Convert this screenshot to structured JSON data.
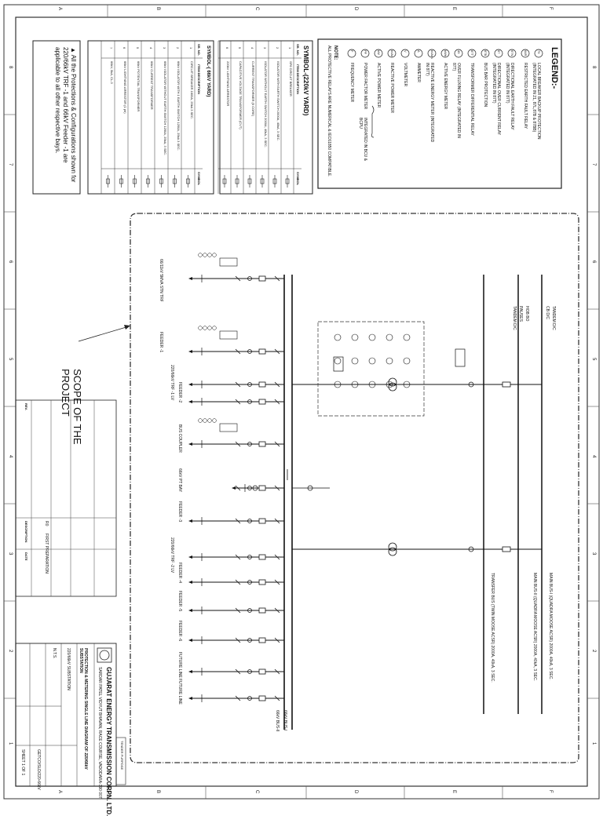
{
  "border": {
    "top_letters": [
      "A",
      "B",
      "C",
      "D",
      "E",
      "F"
    ],
    "bottom_letters": [
      "A",
      "B",
      "C",
      "D",
      "E",
      "F"
    ],
    "side_numbers": [
      "8",
      "7",
      "6",
      "5",
      "4",
      "3",
      "2",
      "1"
    ]
  },
  "legend": {
    "title": "LEGEND:-",
    "items": [
      {
        "code": "79",
        "text": "LOCAL BREAKER BACKUP PROTECTION (INTEGRATED IN 21, 87L,87B & 87BB)"
      },
      {
        "code": "64R",
        "text": "RESTRICTED EARTH FAULT RELAY"
      },
      {
        "code": "67N",
        "text": "DIRECTIONAL EARTH FAULT RELAY (INTEGRATED IN 87T)"
      },
      {
        "code": "67",
        "text": "DIRECTIONAL OVER CURRENT RELAY (INTEGRATED IN 87T)"
      },
      {
        "code": "87B",
        "text": "BUS BAR PROTECTION"
      },
      {
        "code": "87T",
        "text": "TRANSFORMER DIFFERENTIAL RELAY"
      },
      {
        "code": "49",
        "text": "OVER FLUXING RELAY (INTEGRATED IN 87T)"
      },
      {
        "code": "kWh",
        "text": "ACTIVE ENERGY METER"
      },
      {
        "code": "kVArh",
        "text": "REACTIVE ENERGY METER (INTEGRATED IN 87T)"
      },
      {
        "code": "A",
        "text": "AMMETER"
      },
      {
        "code": "V",
        "text": "VOLTMETER"
      },
      {
        "code": "kVAr",
        "text": "REACTIVE POWER METER"
      },
      {
        "code": "kW",
        "text": "ACTIVE POWER METER"
      },
      {
        "code": "PF",
        "text": "POWER FACTOR METER"
      },
      {
        "code": "F",
        "text": "FREQUENCY METER"
      }
    ],
    "brace_text": "INTEGRATED IN BCU & BCPU",
    "note_label": "NOTE:",
    "note_text": "ALL PROTECTIVE RELAYS ARE NUMERICAL & IEC61850 COMPATIBLE."
  },
  "symbols_220": {
    "title": "SYMBOL-(220kV YARD)",
    "headers": [
      "SR. NO.",
      "ITEM DESCRIPTION",
      "SYMBOL"
    ],
    "rows": [
      [
        "1",
        "SF6 CIRCUIT BREAKER"
      ],
      [
        "2",
        "ISOLATOR WITH EARTH SWITCH 2000A, 40kA, 3 SEC."
      ],
      [
        "3",
        "ISOLATOR WITHOUT EARTH SWITCH 2000A, 40kA, 3 SEC."
      ],
      [
        "4",
        "CURRENT TRANSFORMER (5 CORE)"
      ],
      [
        "5",
        "CAPACITIVE VOLTAGE TRANSFORMER (CVT)"
      ],
      [
        "6",
        "220kV LIGHTNING ARRESTOR"
      ]
    ]
  },
  "symbols_66": {
    "title": "SYMBOL-( 66kV YARD)",
    "headers": [
      "SR. NO.",
      "ITEM DESCRIPTION",
      "SYMBOL"
    ],
    "rows": [
      [
        "1",
        "CIRCUIT BREAKER 1600A, 25kA 3 SEC."
      ],
      [
        "2",
        "66kV ISOLATOR WITH 1 EARTH SWITCH 1250A, 25kA 3 SEC."
      ],
      [
        "3",
        "66kV ISOLATOR WITHOUT EARTH SWITCH 1250A, 25kA, 3 SEC."
      ],
      [
        "4",
        "66kV CURRENT TRANSFORMER"
      ],
      [
        "5",
        "66kV POTENTIAL TRANSFORMER"
      ],
      [
        "6",
        "66kV LIGHTNING ARRESTOR (1 ph)"
      ],
      [
        "7",
        "66kV, 5kA, CL-3"
      ]
    ]
  },
  "note_box": "All the Protections & Configurations shown for 220/66kV TRF -1 and 66kV Feeder -1 are applicable to all other respective bays.",
  "scope": "SCOPE OF THE PROJECT",
  "bay_labels": [
    "66/11kV 5MVA STN TRF",
    "FEEDER -1",
    "220/66kV TRF -1 LV",
    "FEEDER -2",
    "BUS COUPLER",
    "66kV PT BAY",
    "FEEDER -3",
    "220/66kV TRF -2 LV",
    "FEEDER -4",
    "FEEDER -5",
    "FEEDER -6",
    "FUTURE LINE",
    "FUTURE LINE"
  ],
  "hv_side": {
    "feeders": [
      "TANDEM D/C",
      "CB D/C",
      "HOB BO",
      "PAUSES",
      "TANDEM D/C"
    ],
    "main_bus_1": "MAIN BUS-I (QUADRA MOOSE ACSR) 2000A, 40kA, 3 SEC.",
    "main_bus_2": "MAIN BUS-II (QUADRA MOOSE ACSR) 2000A, 40kA, 3 SEC.",
    "transfer_bus": "TRANSFER BUS (TWIN MOOSE ACSR) 2000A, 40kA, 3 SEC."
  },
  "lv_bus": {
    "bus_1": "66kV BUS-I",
    "bus_2": "66kV BUS-II"
  },
  "revision": {
    "rows": [
      [
        "R0",
        "FIRST PREPARATION"
      ]
    ],
    "headers": [
      "REV.",
      "DESCRIPTION",
      "DATE"
    ]
  },
  "title_block": {
    "company": "GUJARAT ENERGY TRANSMISSION CORPN. LTD.",
    "address": "SARDAR PATEL VIDYUT BHAVAN, RACE COURSE, VADODARA-390 007",
    "drawing_title": "PROTECTION & METERING SINGLE LINE DIAGRAM OF 220/66kV SUBSTATION",
    "project": "220/66kV SUBSTATION",
    "scale": "N.T.S.",
    "drg_no": "GETCO/SLD/220-66kV",
    "sheet": "SHEET 1 OF 1",
    "stamp": "TENDER PURPOSE"
  }
}
